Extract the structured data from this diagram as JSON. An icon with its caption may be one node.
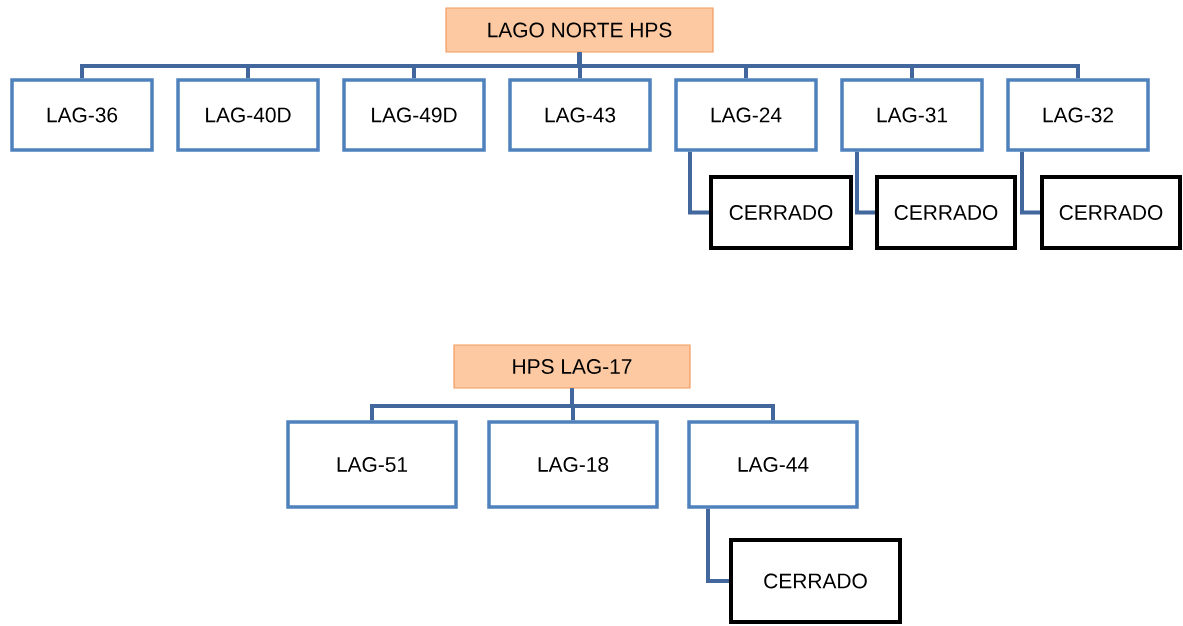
{
  "diagram": {
    "nodes": [
      {
        "text": [
          "LAGO NORTE HPS"
        ]
      },
      {
        "text": [
          "LAG-36"
        ]
      },
      {
        "text": [
          "LAG-40D"
        ]
      },
      {
        "text": [
          "LAG-49D"
        ]
      },
      {
        "text": [
          "LAG-43"
        ]
      },
      {
        "text": [
          "LAG-24"
        ]
      },
      {
        "text": [
          "LAG-31"
        ]
      },
      {
        "text": [
          "LAG-32"
        ]
      },
      {
        "text": [
          "CERRADO"
        ]
      },
      {
        "text": [
          "CERRADO"
        ]
      },
      {
        "text": [
          "CERRADO"
        ]
      },
      {
        "text": [
          "HPS LAG-17"
        ]
      },
      {
        "text": [
          "LAG-51"
        ]
      },
      {
        "text": [
          "LAG-18"
        ]
      },
      {
        "text": [
          "LAG-44"
        ]
      },
      {
        "text": [
          "CERRADO"
        ]
      }
    ],
    "edges": [
      {
        "from": 0,
        "to": 1,
        "arrow": "none"
      },
      {
        "from": 0,
        "to": 2,
        "arrow": "none"
      },
      {
        "from": 0,
        "to": 3,
        "arrow": "none"
      },
      {
        "from": 0,
        "to": 4,
        "arrow": "none"
      },
      {
        "from": 0,
        "to": 5,
        "arrow": "none"
      },
      {
        "from": 0,
        "to": 6,
        "arrow": "none"
      },
      {
        "from": 0,
        "to": 7,
        "arrow": "none"
      },
      {
        "from": 5,
        "to": 8,
        "arrow": "none"
      },
      {
        "from": 6,
        "to": 9,
        "arrow": "none"
      },
      {
        "from": 7,
        "to": 10,
        "arrow": "none"
      },
      {
        "from": 11,
        "to": 12,
        "arrow": "none"
      },
      {
        "from": 11,
        "to": 13,
        "arrow": "none"
      },
      {
        "from": 11,
        "to": 14,
        "arrow": "none"
      },
      {
        "from": 14,
        "to": 15,
        "arrow": "none"
      }
    ]
  }
}
